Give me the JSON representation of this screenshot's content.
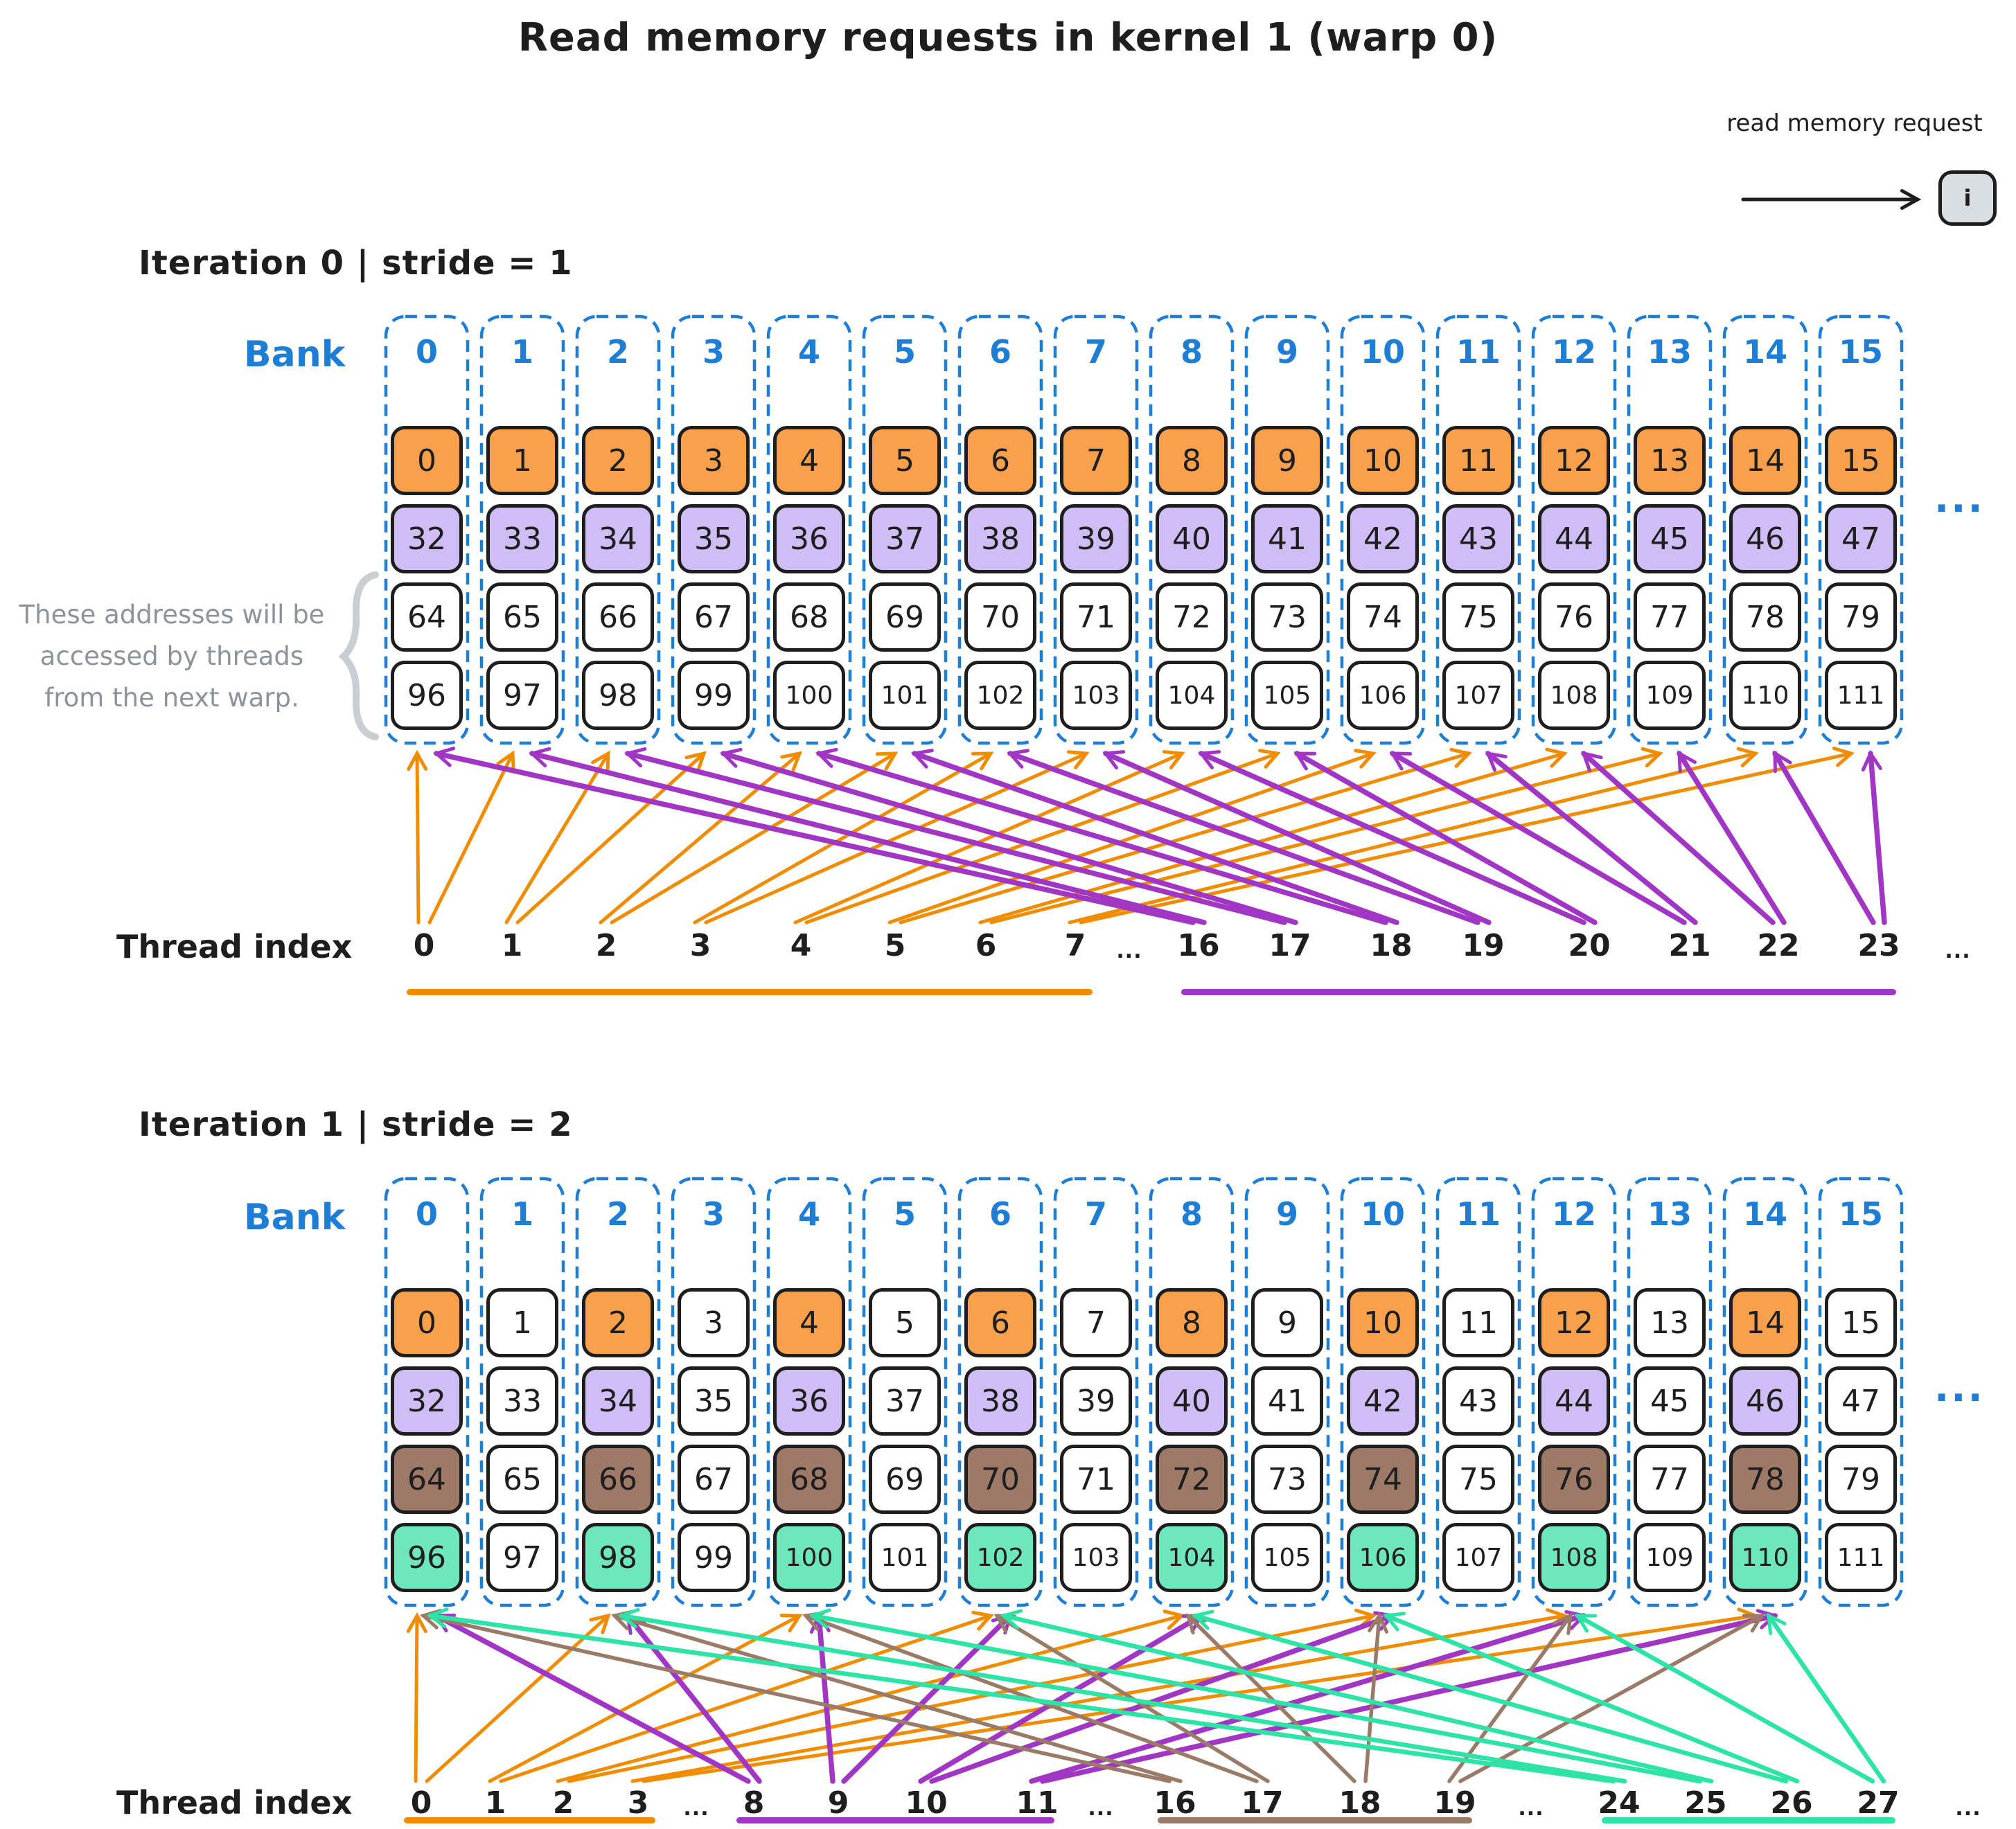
{
  "title": "Read memory requests in kernel 1 (warp 0)",
  "legend": {
    "label": "read memory request",
    "box_text": "i"
  },
  "labels": {
    "bank": "Bank",
    "thread_index": "Thread index",
    "ellipsis": "..."
  },
  "annotation": {
    "lines": [
      "These addresses will be",
      "accessed by threads",
      "from the next warp."
    ]
  },
  "colors": {
    "black": "#1e1e1e",
    "blue": "#1e7ed6",
    "gray_text": "#8b939b",
    "brace": "#c9ced4",
    "legend_box_fill": "#d9dee3",
    "white_fill": "#ffffff",
    "orange_fill": "#f8a04c",
    "purple_fill": "#cfbef5",
    "brown_fill": "#9d7a67",
    "green_fill": "#6fe7bd",
    "orange_stroke": "#f08c00",
    "purple_stroke": "#a136c4",
    "brown_stroke": "#9a7b68",
    "green_stroke": "#2de3a6"
  },
  "iterations": [
    {
      "heading": "Iteration 0 | stride = 1",
      "banks": [
        "0",
        "1",
        "2",
        "3",
        "4",
        "5",
        "6",
        "7",
        "8",
        "9",
        "10",
        "11",
        "12",
        "13",
        "14",
        "15"
      ],
      "rows": [
        {
          "fill": "orange",
          "colored": "all",
          "values": [
            0,
            1,
            2,
            3,
            4,
            5,
            6,
            7,
            8,
            9,
            10,
            11,
            12,
            13,
            14,
            15
          ]
        },
        {
          "fill": "purple",
          "colored": "all",
          "values": [
            32,
            33,
            34,
            35,
            36,
            37,
            38,
            39,
            40,
            41,
            42,
            43,
            44,
            45,
            46,
            47
          ]
        },
        {
          "fill": "white",
          "colored": "none",
          "values": [
            64,
            65,
            66,
            67,
            68,
            69,
            70,
            71,
            72,
            73,
            74,
            75,
            76,
            77,
            78,
            79
          ]
        },
        {
          "fill": "white",
          "colored": "none",
          "values": [
            96,
            97,
            98,
            99,
            100,
            101,
            102,
            103,
            104,
            105,
            106,
            107,
            108,
            109,
            110,
            111
          ]
        }
      ],
      "threads": [
        {
          "label": "0",
          "group": "orange",
          "banks": [
            0,
            1
          ]
        },
        {
          "label": "1",
          "group": "orange",
          "banks": [
            2,
            3
          ]
        },
        {
          "label": "2",
          "group": "orange",
          "banks": [
            4,
            5
          ]
        },
        {
          "label": "3",
          "group": "orange",
          "banks": [
            6,
            7
          ]
        },
        {
          "label": "4",
          "group": "orange",
          "banks": [
            8,
            9
          ]
        },
        {
          "label": "5",
          "group": "orange",
          "banks": [
            10,
            11
          ]
        },
        {
          "label": "6",
          "group": "orange",
          "banks": [
            12,
            13
          ]
        },
        {
          "label": "7",
          "group": "orange",
          "banks": [
            14,
            15
          ]
        },
        {
          "label": "...",
          "group": null,
          "banks": []
        },
        {
          "label": "16",
          "group": "purple",
          "banks": [
            0,
            1
          ]
        },
        {
          "label": "17",
          "group": "purple",
          "banks": [
            2,
            3
          ]
        },
        {
          "label": "18",
          "group": "purple",
          "banks": [
            4,
            5
          ]
        },
        {
          "label": "19",
          "group": "purple",
          "banks": [
            6,
            7
          ]
        },
        {
          "label": "20",
          "group": "purple",
          "banks": [
            8,
            9
          ]
        },
        {
          "label": "21",
          "group": "purple",
          "banks": [
            10,
            11
          ]
        },
        {
          "label": "22",
          "group": "purple",
          "banks": [
            12,
            13
          ]
        },
        {
          "label": "23",
          "group": "purple",
          "banks": [
            14,
            15
          ]
        },
        {
          "label": "...",
          "group": null,
          "banks": []
        }
      ],
      "underlines": [
        {
          "color": "orange",
          "from": 0,
          "to": 7
        },
        {
          "color": "purple",
          "from": 9,
          "to": 16
        }
      ]
    },
    {
      "heading": "Iteration 1 | stride = 2",
      "banks": [
        "0",
        "1",
        "2",
        "3",
        "4",
        "5",
        "6",
        "7",
        "8",
        "9",
        "10",
        "11",
        "12",
        "13",
        "14",
        "15"
      ],
      "rows": [
        {
          "fill": "orange",
          "colored": "even",
          "values": [
            0,
            1,
            2,
            3,
            4,
            5,
            6,
            7,
            8,
            9,
            10,
            11,
            12,
            13,
            14,
            15
          ]
        },
        {
          "fill": "purple",
          "colored": "even",
          "values": [
            32,
            33,
            34,
            35,
            36,
            37,
            38,
            39,
            40,
            41,
            42,
            43,
            44,
            45,
            46,
            47
          ]
        },
        {
          "fill": "brown",
          "colored": "even",
          "values": [
            64,
            65,
            66,
            67,
            68,
            69,
            70,
            71,
            72,
            73,
            74,
            75,
            76,
            77,
            78,
            79
          ]
        },
        {
          "fill": "green",
          "colored": "even",
          "values": [
            96,
            97,
            98,
            99,
            100,
            101,
            102,
            103,
            104,
            105,
            106,
            107,
            108,
            109,
            110,
            111
          ]
        }
      ],
      "threads": [
        {
          "label": "0",
          "group": "orange",
          "banks": [
            0,
            2
          ]
        },
        {
          "label": "1",
          "group": "orange",
          "banks": [
            4,
            6
          ]
        },
        {
          "label": "2",
          "group": "orange",
          "banks": [
            8,
            10
          ]
        },
        {
          "label": "3",
          "group": "orange",
          "banks": [
            12,
            14
          ]
        },
        {
          "label": "...",
          "group": null,
          "banks": []
        },
        {
          "label": "8",
          "group": "purple",
          "banks": [
            0,
            2
          ]
        },
        {
          "label": "9",
          "group": "purple",
          "banks": [
            4,
            6
          ]
        },
        {
          "label": "10",
          "group": "purple",
          "banks": [
            8,
            10
          ]
        },
        {
          "label": "11",
          "group": "purple",
          "banks": [
            12,
            14
          ]
        },
        {
          "label": "...",
          "group": null,
          "banks": []
        },
        {
          "label": "16",
          "group": "brown",
          "banks": [
            0,
            2
          ]
        },
        {
          "label": "17",
          "group": "brown",
          "banks": [
            4,
            6
          ]
        },
        {
          "label": "18",
          "group": "brown",
          "banks": [
            8,
            10
          ]
        },
        {
          "label": "19",
          "group": "brown",
          "banks": [
            12,
            14
          ]
        },
        {
          "label": "...",
          "group": null,
          "banks": []
        },
        {
          "label": "24",
          "group": "green",
          "banks": [
            0,
            2
          ]
        },
        {
          "label": "25",
          "group": "green",
          "banks": [
            4,
            6
          ]
        },
        {
          "label": "26",
          "group": "green",
          "banks": [
            8,
            10
          ]
        },
        {
          "label": "27",
          "group": "green",
          "banks": [
            12,
            14
          ]
        },
        {
          "label": "...",
          "group": null,
          "banks": []
        }
      ],
      "underlines": [
        {
          "color": "orange",
          "from": 0,
          "to": 3
        },
        {
          "color": "purple",
          "from": 5,
          "to": 8
        },
        {
          "color": "brown",
          "from": 10,
          "to": 13
        },
        {
          "color": "green",
          "from": 15,
          "to": 18
        }
      ]
    }
  ]
}
